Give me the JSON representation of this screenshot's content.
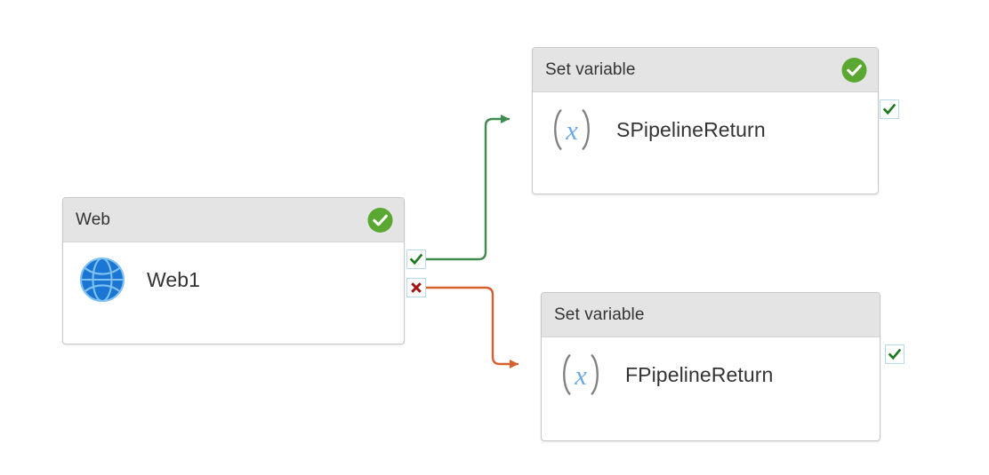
{
  "canvas": {
    "name": "pipeline-canvas",
    "background": "#ffffff"
  },
  "colors": {
    "success_green": "#5aa832",
    "edge_green": "#3f8a4f",
    "edge_red": "#d4602f",
    "failure_x_red": "#a31515",
    "check_green": "#1e7a1e",
    "node_header": "#e4e4e4",
    "node_border": "#c8c8c8",
    "icon_blue": "#1a76d2",
    "variable_blue": "#6aa9e9",
    "text": "#333333"
  },
  "nodes": [
    {
      "id": "web",
      "type_label": "Web",
      "activity_name": "Web1",
      "icon": "globe-icon",
      "status": "success",
      "has_status_badge": true,
      "outputs": [
        "success",
        "failure"
      ]
    },
    {
      "id": "set-variable-success",
      "type_label": "Set variable",
      "activity_name": "SPipelineReturn",
      "icon": "variable-x-icon",
      "status": "success",
      "has_status_badge": true,
      "outputs": [
        "success"
      ]
    },
    {
      "id": "set-variable-failure",
      "type_label": "Set variable",
      "activity_name": "FPipelineReturn",
      "icon": "variable-x-icon",
      "status": "none",
      "has_status_badge": false,
      "outputs": [
        "success"
      ]
    }
  ],
  "edges": [
    {
      "id": "edge-success",
      "from": "web",
      "from_port": "success",
      "to": "set-variable-success",
      "color": "#3f8a4f",
      "condition": "Success"
    },
    {
      "id": "edge-failure",
      "from": "web",
      "from_port": "failure",
      "to": "set-variable-failure",
      "color": "#d4602f",
      "condition": "Failure"
    }
  ],
  "handles": {
    "success_label": "Success output",
    "failure_label": "Failure output",
    "success_icon": "check-icon",
    "failure_icon": "cross-icon"
  }
}
